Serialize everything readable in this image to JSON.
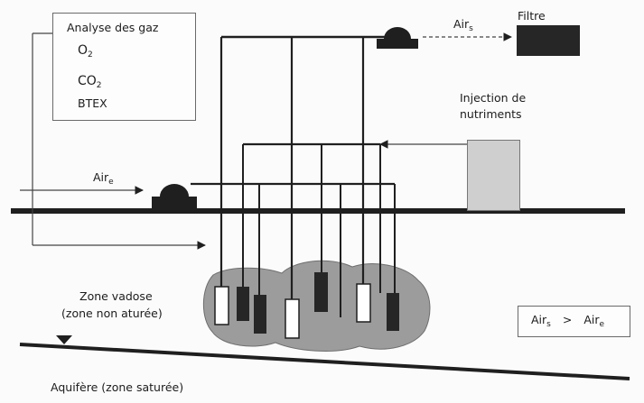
{
  "analysis": {
    "title": "Analyse des gaz",
    "o2_main": "O",
    "o2_sub": "2",
    "co2_main": "CO",
    "co2_sub": "2",
    "btex": "BTEX"
  },
  "air_out": {
    "main": "Air",
    "sub": "s"
  },
  "air_in": {
    "main": "Air",
    "sub": "e"
  },
  "filter_label": "Filtre",
  "nutrients": {
    "line1": "Injection de",
    "line2": "nutriments"
  },
  "vadose": {
    "line1": "Zone vadose",
    "line2": "(zone non  aturée)"
  },
  "aquifer": "Aquifère (zone saturée)",
  "comparison": {
    "left_main": "Air",
    "left_sub": "s",
    "operator": ">",
    "right_main": "Air",
    "right_sub": "e"
  },
  "colors": {
    "line": "#1f1f1f",
    "plume": "#9c9c9c",
    "tank": "#cfcfcf",
    "filter": "#262626",
    "sensor_dark": "#262626",
    "sensor_light": "#ffffff"
  }
}
